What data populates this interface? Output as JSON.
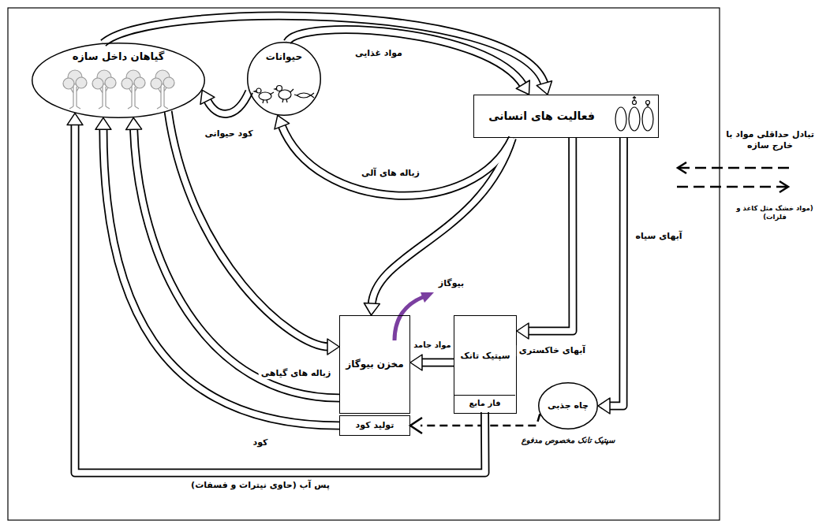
{
  "diagram": {
    "nodes": [
      {
        "text": [
          "گیاهان داخل سازه"
        ]
      },
      {
        "text": [
          "حیوانات"
        ]
      },
      {
        "text": [
          "فعالیت های انسانی"
        ]
      },
      {
        "text": [
          "مخزن بیوگاز"
        ]
      },
      {
        "text": [
          "سپتیک تانک"
        ]
      },
      {
        "text": [
          "فاز مایع"
        ],
        "in": 4
      },
      {
        "text": [
          "تولید کود"
        ]
      },
      {
        "text": [
          "چاه جذبی",
          "سپتیک تانک مخصوص مدفوع"
        ]
      }
    ],
    "edges": [
      {
        "from": 0,
        "to": 2,
        "arrow": "to"
      },
      {
        "from": 1,
        "to": 2,
        "label": "مواد غذایی",
        "arrow": "to"
      },
      {
        "from": 1,
        "to": 0,
        "label": "کود حیوانی",
        "arrow": "to"
      },
      {
        "from": 2,
        "to": 1,
        "label": "زباله های آلی",
        "arrow": "to"
      },
      {
        "from": 2,
        "to": 3,
        "arrow": "to"
      },
      {
        "from": 0,
        "to": 3,
        "label": "زباله های گیاهی",
        "arrow": "to"
      },
      {
        "from": 3,
        "to": 0,
        "arrow": "to"
      },
      {
        "from": 6,
        "to": 0,
        "label": "کود",
        "arrow": "to"
      },
      {
        "from": 5,
        "to": 0,
        "label": "پس آب (حاوی نیترات و فسفات)",
        "arrow": "to"
      },
      {
        "from": 4,
        "to": 3,
        "label": "مواد جامد",
        "arrow": "to"
      },
      {
        "from": 2,
        "to": 4,
        "label": "آبهای خاکستری",
        "arrow": "to"
      },
      {
        "from": 2,
        "to": 7,
        "label": "آبهای سیاه",
        "arrow": "to"
      },
      {
        "from": 7,
        "to": 6,
        "arrow": "to"
      }
    ],
    "labels": [
      "بیوگاز",
      "تبادل حداقلی مواد با خارج سازه",
      "(مواد خشک مثل کاغذ و فلزات)"
    ]
  }
}
